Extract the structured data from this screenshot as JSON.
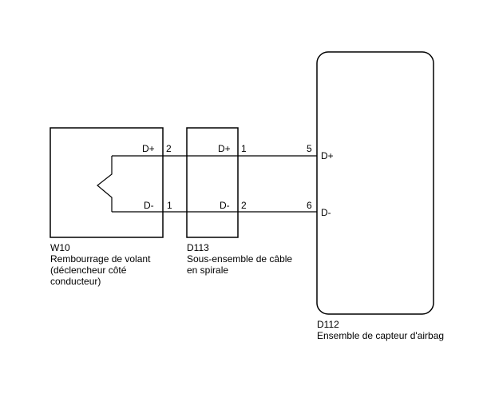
{
  "components": {
    "w10": {
      "code": "W10",
      "name_lines": [
        "Rembourrage de volant",
        "(déclencheur côté",
        "conducteur)"
      ],
      "pins": {
        "d_plus_label": "D+",
        "d_plus_pin": "2",
        "d_minus_label": "D-",
        "d_minus_pin": "1"
      }
    },
    "d113": {
      "code": "D113",
      "name_lines": [
        "Sous-ensemble de câble",
        "en spirale"
      ],
      "pins": {
        "d_plus_label": "D+",
        "d_plus_pin": "1",
        "d_minus_label": "D-",
        "d_minus_pin": "2"
      }
    },
    "d112": {
      "code": "D112",
      "name_lines": [
        "Ensemble de capteur d'airbag"
      ],
      "pins": {
        "d_plus_label": "D+",
        "d_plus_pin": "5",
        "d_minus_label": "D-",
        "d_minus_pin": "6"
      }
    }
  }
}
